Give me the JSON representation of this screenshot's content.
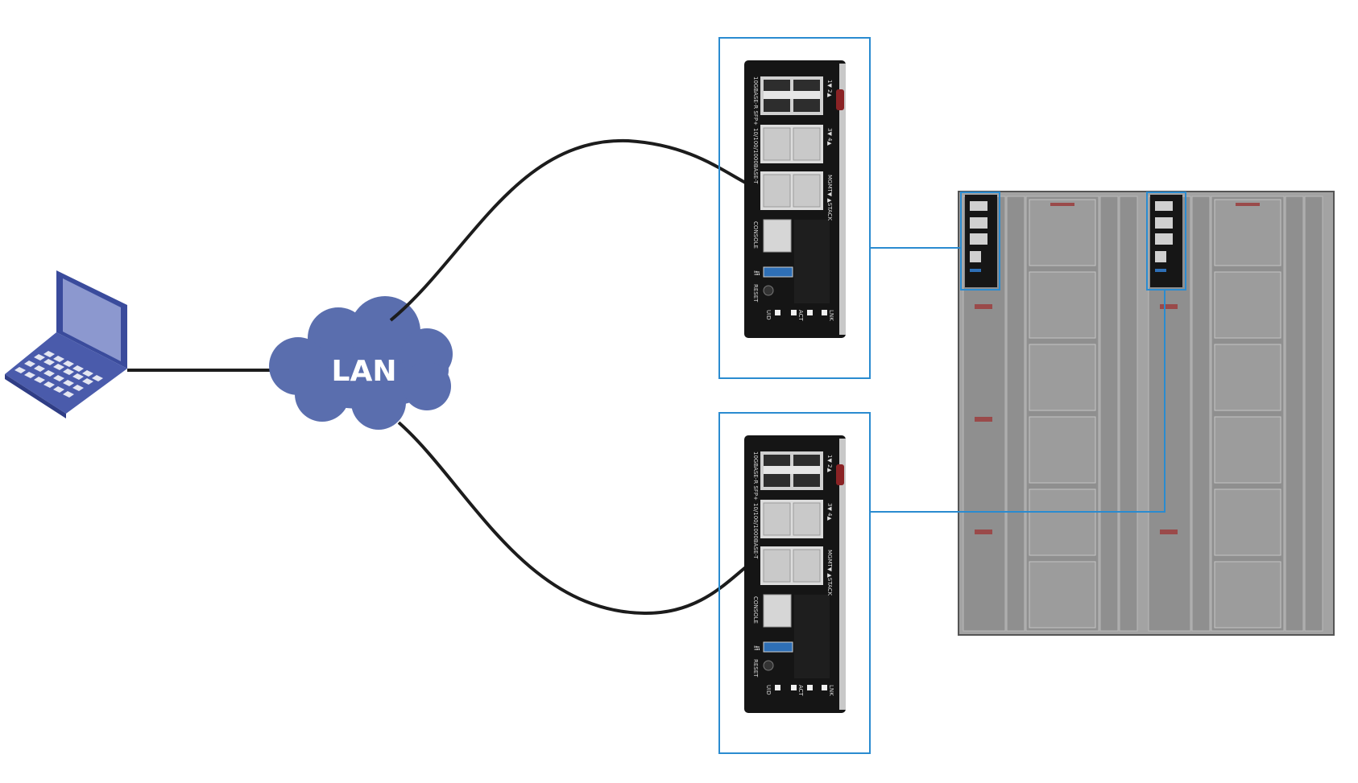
{
  "cloud": {
    "label": "LAN"
  },
  "module": {
    "sfp_label": "10GBASE-R SFP+",
    "port12_label": "1▼  2▲",
    "port34_label": "3▼  4▲",
    "copper_label": "10/100/1000BASE-T",
    "mgmt_label": "MGMT▼ ▲STACK",
    "console_label": "CONSOLE",
    "reset_label": "RESET",
    "uid_label": "UID",
    "act_label": "ACT",
    "lnk_label": "LNK"
  },
  "colors": {
    "accent": "#2a8bd0",
    "cloud": "#5a6eae",
    "laptop": "#4a5bab",
    "cable": "#1c1c1c",
    "chassis": "#9a9a9a"
  },
  "icons": {
    "laptop": "laptop-icon",
    "cloud": "cloud-icon",
    "switch": "switch-module-icon",
    "chassis": "blade-chassis-icon",
    "usb": "usb-icon"
  }
}
